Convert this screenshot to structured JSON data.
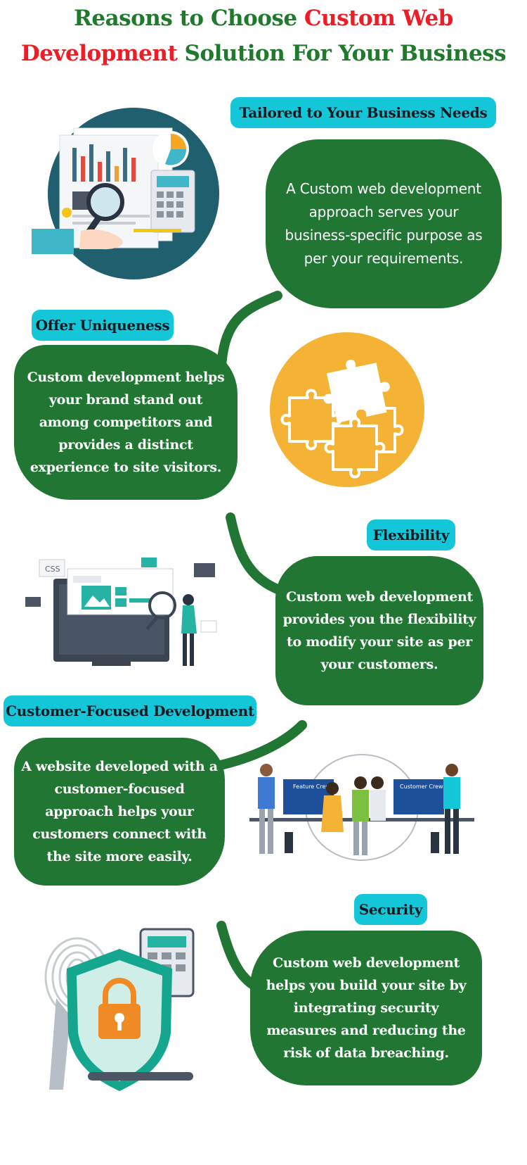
{
  "title": {
    "line1_part1": "Reasons to Choose ",
    "line1_part2": "Custom Web",
    "line2_part1": "Development",
    "line2_part2": " Solution For Your Business"
  },
  "colors": {
    "title_green": "#1f7a2c",
    "title_red": "#ee1c25",
    "tag_bg": "#13c6d8",
    "bubble_bg": "#217634",
    "bubble_text": "#ffffff"
  },
  "sections": [
    {
      "heading": "Tailored to Your Business Needs",
      "text": "A Custom web development approach serves your business-specific purpose as per your requirements.",
      "icon": "analytics-magnifier-icon"
    },
    {
      "heading": "Offer Uniqueness",
      "text": "Custom development helps your brand stand out among competitors and provides a distinct experience to site visitors.",
      "icon": "puzzle-icon"
    },
    {
      "heading": "Flexibility",
      "text": "Custom web development provides you the flexibility to modify your site as per your customers.",
      "icon": "web-design-icon",
      "icon_text": "CSS"
    },
    {
      "heading": "Customer-Focused Development",
      "text": "A website developed with a customer-focused approach helps your customers connect with the site more easily.",
      "icon": "team-collaboration-icon",
      "icon_text_1": "Feature Crew",
      "icon_text_2": "Customer Crew"
    },
    {
      "heading": "Security",
      "text": "Custom web development helps you build your site by integrating security measures and reducing the risk of data breaching.",
      "icon": "security-shield-lock-icon"
    }
  ]
}
